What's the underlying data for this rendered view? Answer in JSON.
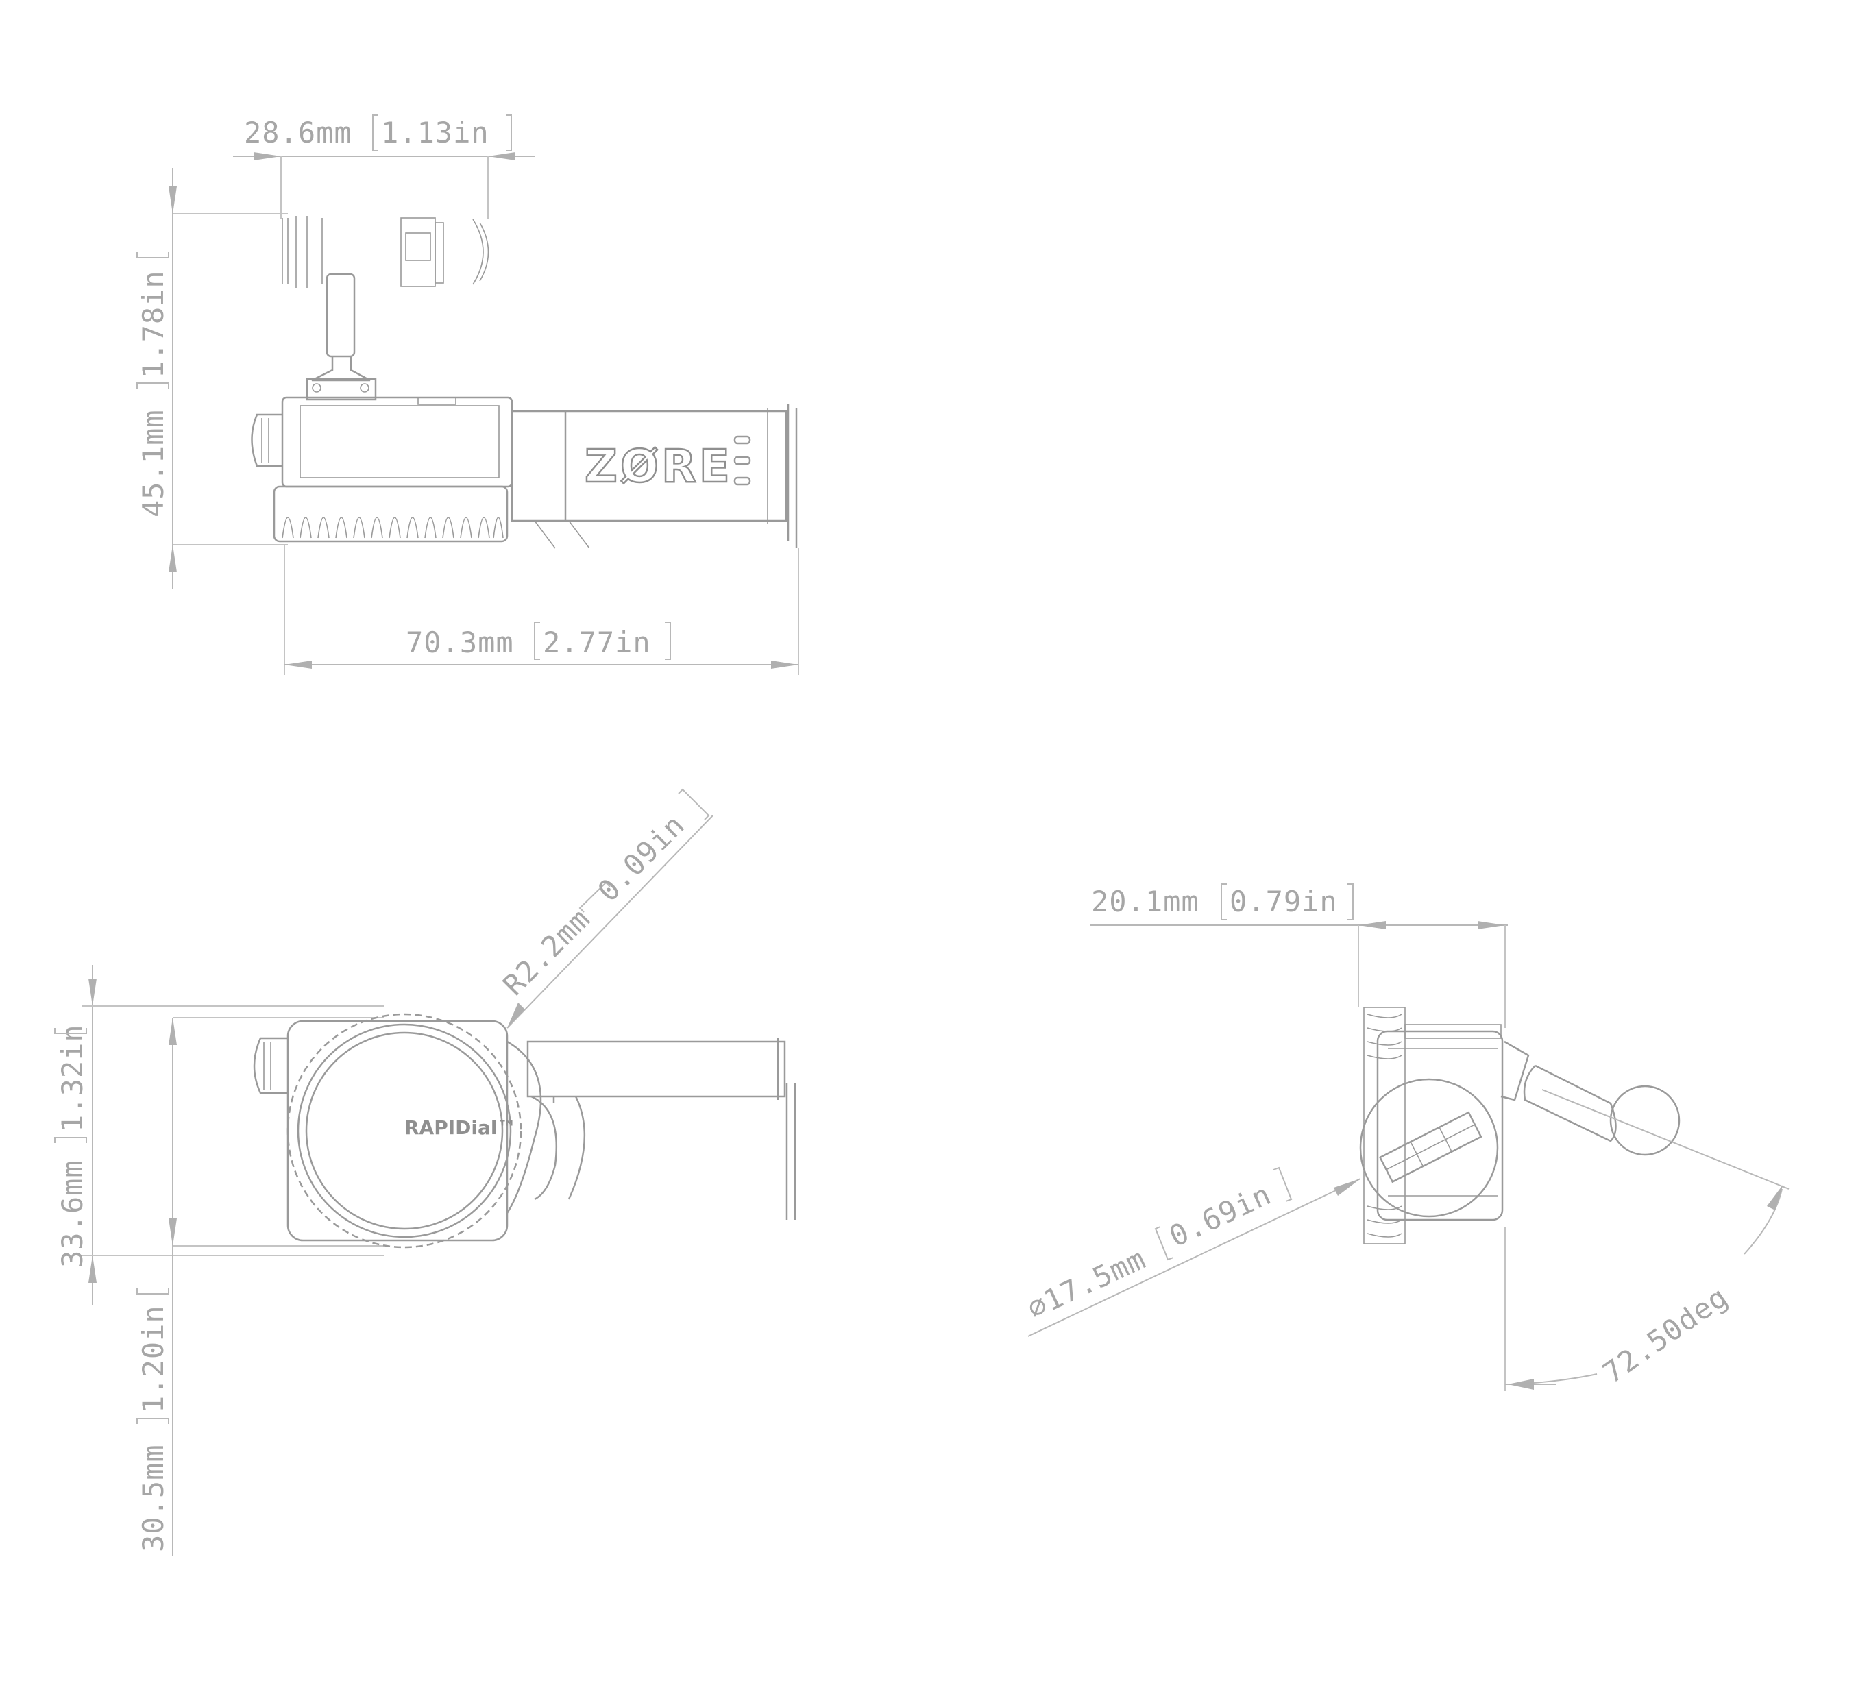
{
  "views": {
    "side": {
      "width_mm": "28.6mm",
      "width_in": "1.13in",
      "height_mm": "45.1mm",
      "height_in": "1.78in",
      "length_mm": "70.3mm",
      "length_in": "2.77in",
      "logo": "ZØRE"
    },
    "top": {
      "radius_mm": "R2.2mm",
      "radius_in": "0.09in",
      "height_mm": "33.6mm",
      "height_in": "1.32in",
      "offset_mm": "30.5mm",
      "offset_in": "1.20in",
      "brand": "RAPIDial™"
    },
    "end": {
      "width_mm": "20.1mm",
      "width_in": "0.79in",
      "diameter_mm": "∅17.5mm",
      "diameter_in": "0.69in",
      "angle": "72.50deg"
    }
  }
}
